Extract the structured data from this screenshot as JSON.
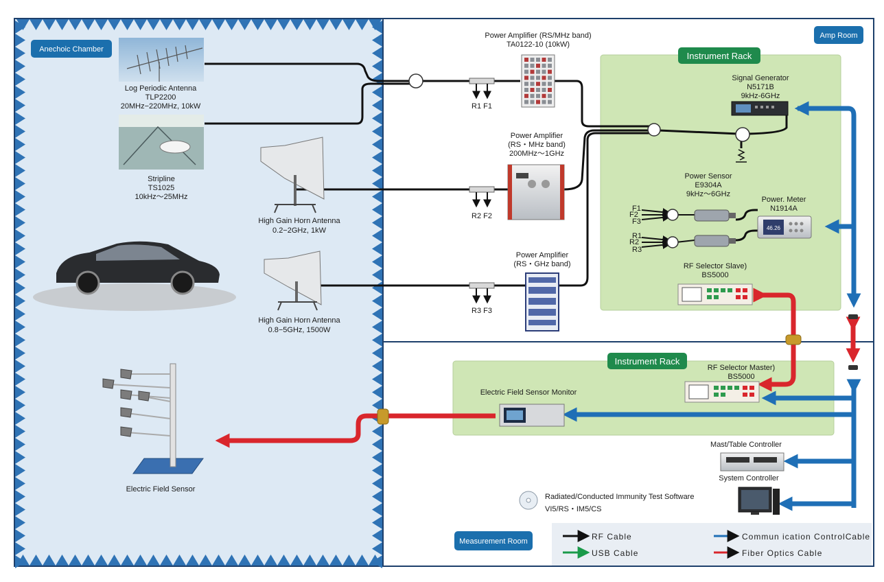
{
  "rooms": {
    "anechoic": "Anechoic Chamber",
    "amp": "Amp Room",
    "measurement": "Measurement Room"
  },
  "racks": {
    "upper": "Instrument Rack",
    "lower": "Instrument Rack"
  },
  "antennas": {
    "log_periodic": [
      "Log Periodic Antenna",
      "TLP2200",
      "20MHz−220MHz, 10kW"
    ],
    "stripline": [
      "Stripline",
      "TS1025",
      "10kHz〜25MHz"
    ],
    "horn1": [
      "High Gain Horn Antenna",
      "0.2−2GHz, 1kW"
    ],
    "horn2": [
      "High Gain Horn Antenna",
      "0.8−5GHz, 1500W"
    ]
  },
  "amplifiers": {
    "amp1": [
      "Power Amplifier (RS/MHz band)",
      "TA0122-10 (10kW)"
    ],
    "amp2": [
      "Power Amplifier",
      "(RS・MHz  band)",
      "200MHz〜1GHz"
    ],
    "amp3": [
      "Power Amplifier",
      "(RS・GHz band)"
    ]
  },
  "switch_labels": {
    "s1": "R1  F1",
    "s2": "R2  F2",
    "s3": "R3  F3"
  },
  "instruments": {
    "signal_generator": [
      "Signal Generator",
      "N5171B",
      "9kHz-6GHz"
    ],
    "power_sensor": [
      "Power Sensor",
      "E9304A",
      "9kHz〜6GHz"
    ],
    "power_meter": [
      "Power. Meter",
      "N1914A"
    ],
    "rf_selector_slave": [
      "RF Selector Slave)",
      "BS5000"
    ],
    "rf_selector_master": [
      "RF Selector Master)",
      "BS5000"
    ],
    "efs_monitor": "Electric Field Sensor Monitor",
    "mast_controller": "Mast/Table Controller",
    "system_controller": "System Controller",
    "software": [
      "Radiated/Conducted Immunity Test Software",
      "VI5/RS・IM5/CS"
    ],
    "efs": "Electric Field Sensor",
    "meter_display": "46.26"
  },
  "sensor_ports": {
    "f": [
      "F1",
      "F2",
      "F3"
    ],
    "r": [
      "R1",
      "R2",
      "R3"
    ]
  },
  "legend": {
    "rf": "RF  Cable",
    "usb": "USB Cable",
    "comm": "Commun   ication ControlCable",
    "fiber": "Fiber Optics Cable"
  },
  "colors": {
    "rf": "#111111",
    "usb": "#1a9a4a",
    "comm": "#1f6fb6",
    "fiber": "#d9262c",
    "tag_blue": "#1b6fad",
    "tag_green": "#1f8a4c",
    "rack_fill": "#cfe6b5",
    "chamber_fill": "#dde9f4"
  }
}
